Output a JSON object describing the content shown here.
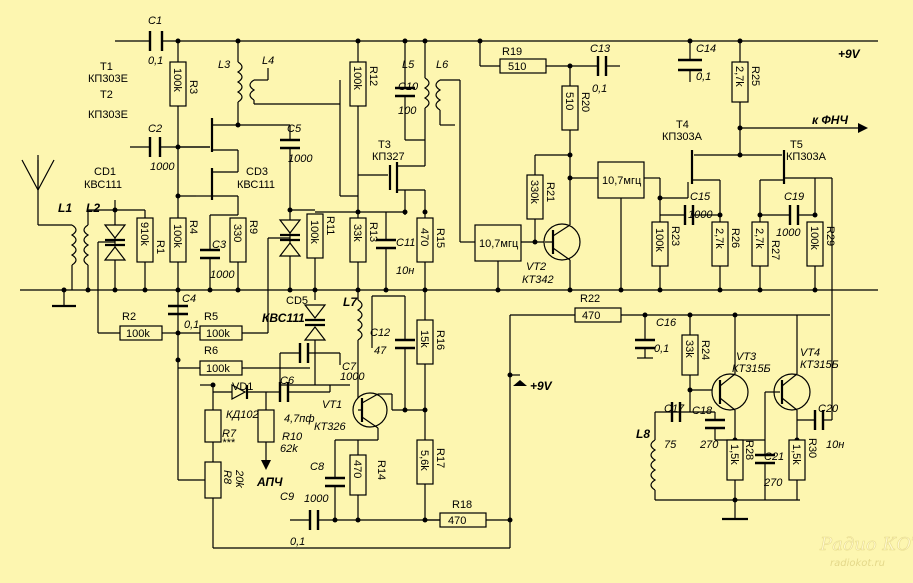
{
  "labels": {
    "c1": "C1",
    "c1v": "0,1",
    "c2": "C2",
    "c2v": "1000",
    "c3": "C3",
    "c3v": "1000",
    "c4": "C4",
    "c4v": "0,1",
    "c5": "C5",
    "c5v": "1000",
    "c6": "C6",
    "c6v": "4,7пф",
    "c7": "C7",
    "c7v": "1000",
    "c8": "C8",
    "c8v": "1000",
    "c9": "C9",
    "c9v": "0,1",
    "c10": "C10",
    "c10v": "100",
    "c11": "C11",
    "c11v": "10н",
    "c12": "C12",
    "c12v": "47",
    "c13": "C13",
    "c13v": "0,1",
    "c14": "C14",
    "c14v": "0,1",
    "c15": "C15",
    "c15v": "1000",
    "c16": "C16",
    "c16v": "0,1",
    "c17": "C17",
    "c17v": "75",
    "c18": "C18",
    "c18v": "270",
    "c19": "C19",
    "c19v": "1000",
    "c20": "C20",
    "c20v": "10н",
    "c21": "C21",
    "c21v": "270",
    "r1": "R1",
    "r1v": "910k",
    "r2": "R2",
    "r2v": "100k",
    "r3": "R3",
    "r3v": "100k",
    "r4": "R4",
    "r4v": "100k",
    "r5": "R5",
    "r5v": "100k",
    "r6": "R6",
    "r6v": "100k",
    "r7": "R7",
    "r7v": "***",
    "r8": "R8",
    "r8v": "20k",
    "r9": "R9",
    "r9v": "330",
    "r10": "R10",
    "r10v": "62k",
    "r11": "R11",
    "r11v": "100k",
    "r12": "R12",
    "r12v": "100k",
    "r13": "R13",
    "r13v": "33k",
    "r14": "R14",
    "r14v": "470",
    "r15": "R15",
    "r15v": "470",
    "r16": "R16",
    "r16v": "15k",
    "r17": "R17",
    "r17v": "5,6k",
    "r18": "R18",
    "r18v": "470",
    "r19": "R19",
    "r19v": "510",
    "r20": "R20",
    "r20v": "510",
    "r21": "R21",
    "r21v": "330k",
    "r22": "R22",
    "r22v": "470",
    "r23": "R23",
    "r23v": "100k",
    "r24": "R24",
    "r24v": "33k",
    "r25": "R25",
    "r25v": "2,7k",
    "r26": "R26",
    "r26v": "2,7k",
    "r27": "R27",
    "r27v": "2,7k",
    "r28": "R28",
    "r28v": "1,5k",
    "r29": "R29",
    "r29v": "100k",
    "r30": "R30",
    "r30v": "1,5k",
    "l1": "L1",
    "l2": "L2",
    "l3": "L3",
    "l4": "L4",
    "l5": "L5",
    "l6": "L6",
    "l7": "L7",
    "l8": "L8",
    "t1": "T1",
    "t1v": "КП303Е",
    "t2": "T2",
    "t2v": "КП303Е",
    "t3": "T3",
    "t3v": "КП327",
    "t4": "T4",
    "t4v": "КП303А",
    "t5": "T5",
    "t5v": "КП303А",
    "vt1": "VT1",
    "vt1v": "КТ326",
    "vt2": "VT2",
    "vt2v": "КТ342",
    "vt3": "VT3",
    "vt3v": "КТ315Б",
    "vt4": "VT4",
    "vt4v": "КТ315Б",
    "vd1": "VD1",
    "vd1v": "КД102",
    "cd1": "CD1",
    "cd1v": "КВС111",
    "cd3": "CD3",
    "cd3v": "КВС111",
    "cd5": "CD5",
    "cd5v": "КВС111",
    "filter1": "10,7мгц",
    "filter2": "10,7мгц",
    "supply_top": "+9V",
    "supply_mid": "+9V",
    "out_fnch": "к ФНЧ",
    "out_apch": "АПЧ",
    "wm_main": "Радио КОТ",
    "wm_url": "radiokot.ru"
  }
}
